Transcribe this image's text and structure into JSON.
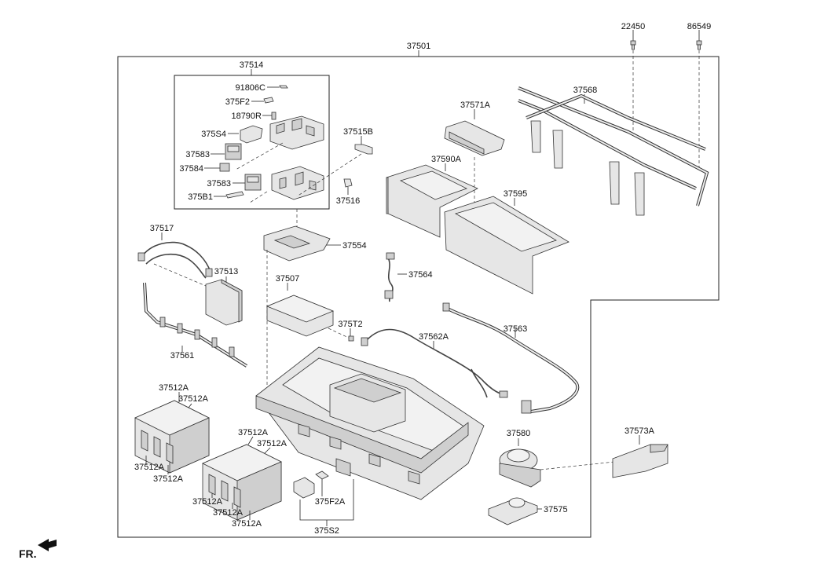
{
  "labels": {
    "p22450": "22450",
    "p86549": "86549",
    "p37501": "37501",
    "p37514": "37514",
    "p91806C": "91806C",
    "p375F2": "375F2",
    "p18790R": "18790R",
    "p375S4": "375S4",
    "p37583a": "37583",
    "p37584": "37584",
    "p37583b": "37583",
    "p375B1": "375B1",
    "p37515B": "37515B",
    "p37516": "37516",
    "p37571A": "37571A",
    "p37568": "37568",
    "p37590A": "37590A",
    "p37595": "37595",
    "p37517": "37517",
    "p37554": "37554",
    "p37513": "37513",
    "p37507": "37507",
    "p37564": "37564",
    "p375T2": "375T2",
    "p37561": "37561",
    "p37562A": "37562A",
    "p37563": "37563",
    "p37512A_1": "37512A",
    "p37512A_2": "37512A",
    "p37512A_3": "37512A",
    "p37512A_4": "37512A",
    "p37512A_5": "37512A",
    "p37512A_6": "37512A",
    "p37512A_7": "37512A",
    "p37512A_8": "37512A",
    "p37512A_9": "37512A",
    "p37580": "37580",
    "p37573A": "37573A",
    "p375F2A": "375F2A",
    "p375S2": "375S2",
    "p37575": "37575",
    "fr": "FR."
  }
}
